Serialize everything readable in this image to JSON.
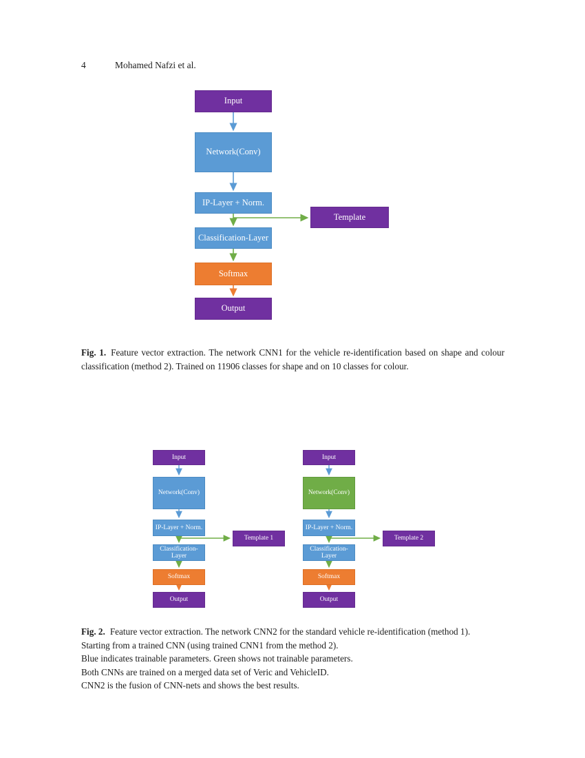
{
  "page": {
    "number": "4",
    "running_author": "Mohamed Nafzi et al."
  },
  "palette": {
    "purple": "#7030A0",
    "blue": "#5B9BD5",
    "green": "#70AD47",
    "orange": "#ED7D31",
    "box_text": "#FFFFFF",
    "body_text": "#1C1C1C"
  },
  "fig1": {
    "nodes": {
      "input": "Input",
      "network": "Network(Conv)",
      "ip": "IP-Layer + Norm.",
      "template": "Template",
      "classification": "Classification-Layer",
      "softmax": "Softmax",
      "output": "Output"
    },
    "caption_label": "Fig. 1.",
    "caption_text": "Feature vector extraction. The network CNN1 for the vehicle re-identification based on shape and colour classification (method 2). Trained on 11906 classes for shape and on 10 classes for colour."
  },
  "fig2": {
    "left": {
      "nodes": {
        "input": "Input",
        "network": "Network(Conv)",
        "ip": "IP-Layer + Norm.",
        "template": "Template 1",
        "classification": "Classification-Layer",
        "softmax": "Softmax",
        "output": "Output"
      }
    },
    "right": {
      "nodes": {
        "input": "Input",
        "network": "Network(Conv)",
        "ip": "IP-Layer + Norm.",
        "template": "Template 2",
        "classification": "Classification-Layer",
        "softmax": "Softmax",
        "output": "Output"
      }
    },
    "caption_label": "Fig. 2.",
    "caption_lines": [
      "Feature vector extraction. The network CNN2 for the standard vehicle re-identification (method 1).",
      "Starting from a trained CNN (using trained CNN1 from the method 2).",
      "Blue indicates trainable parameters. Green shows not trainable parameters.",
      "Both CNNs are trained on a merged data set of Veric and VehicleID.",
      "CNN2 is the fusion of CNN-nets and shows the best results."
    ]
  }
}
